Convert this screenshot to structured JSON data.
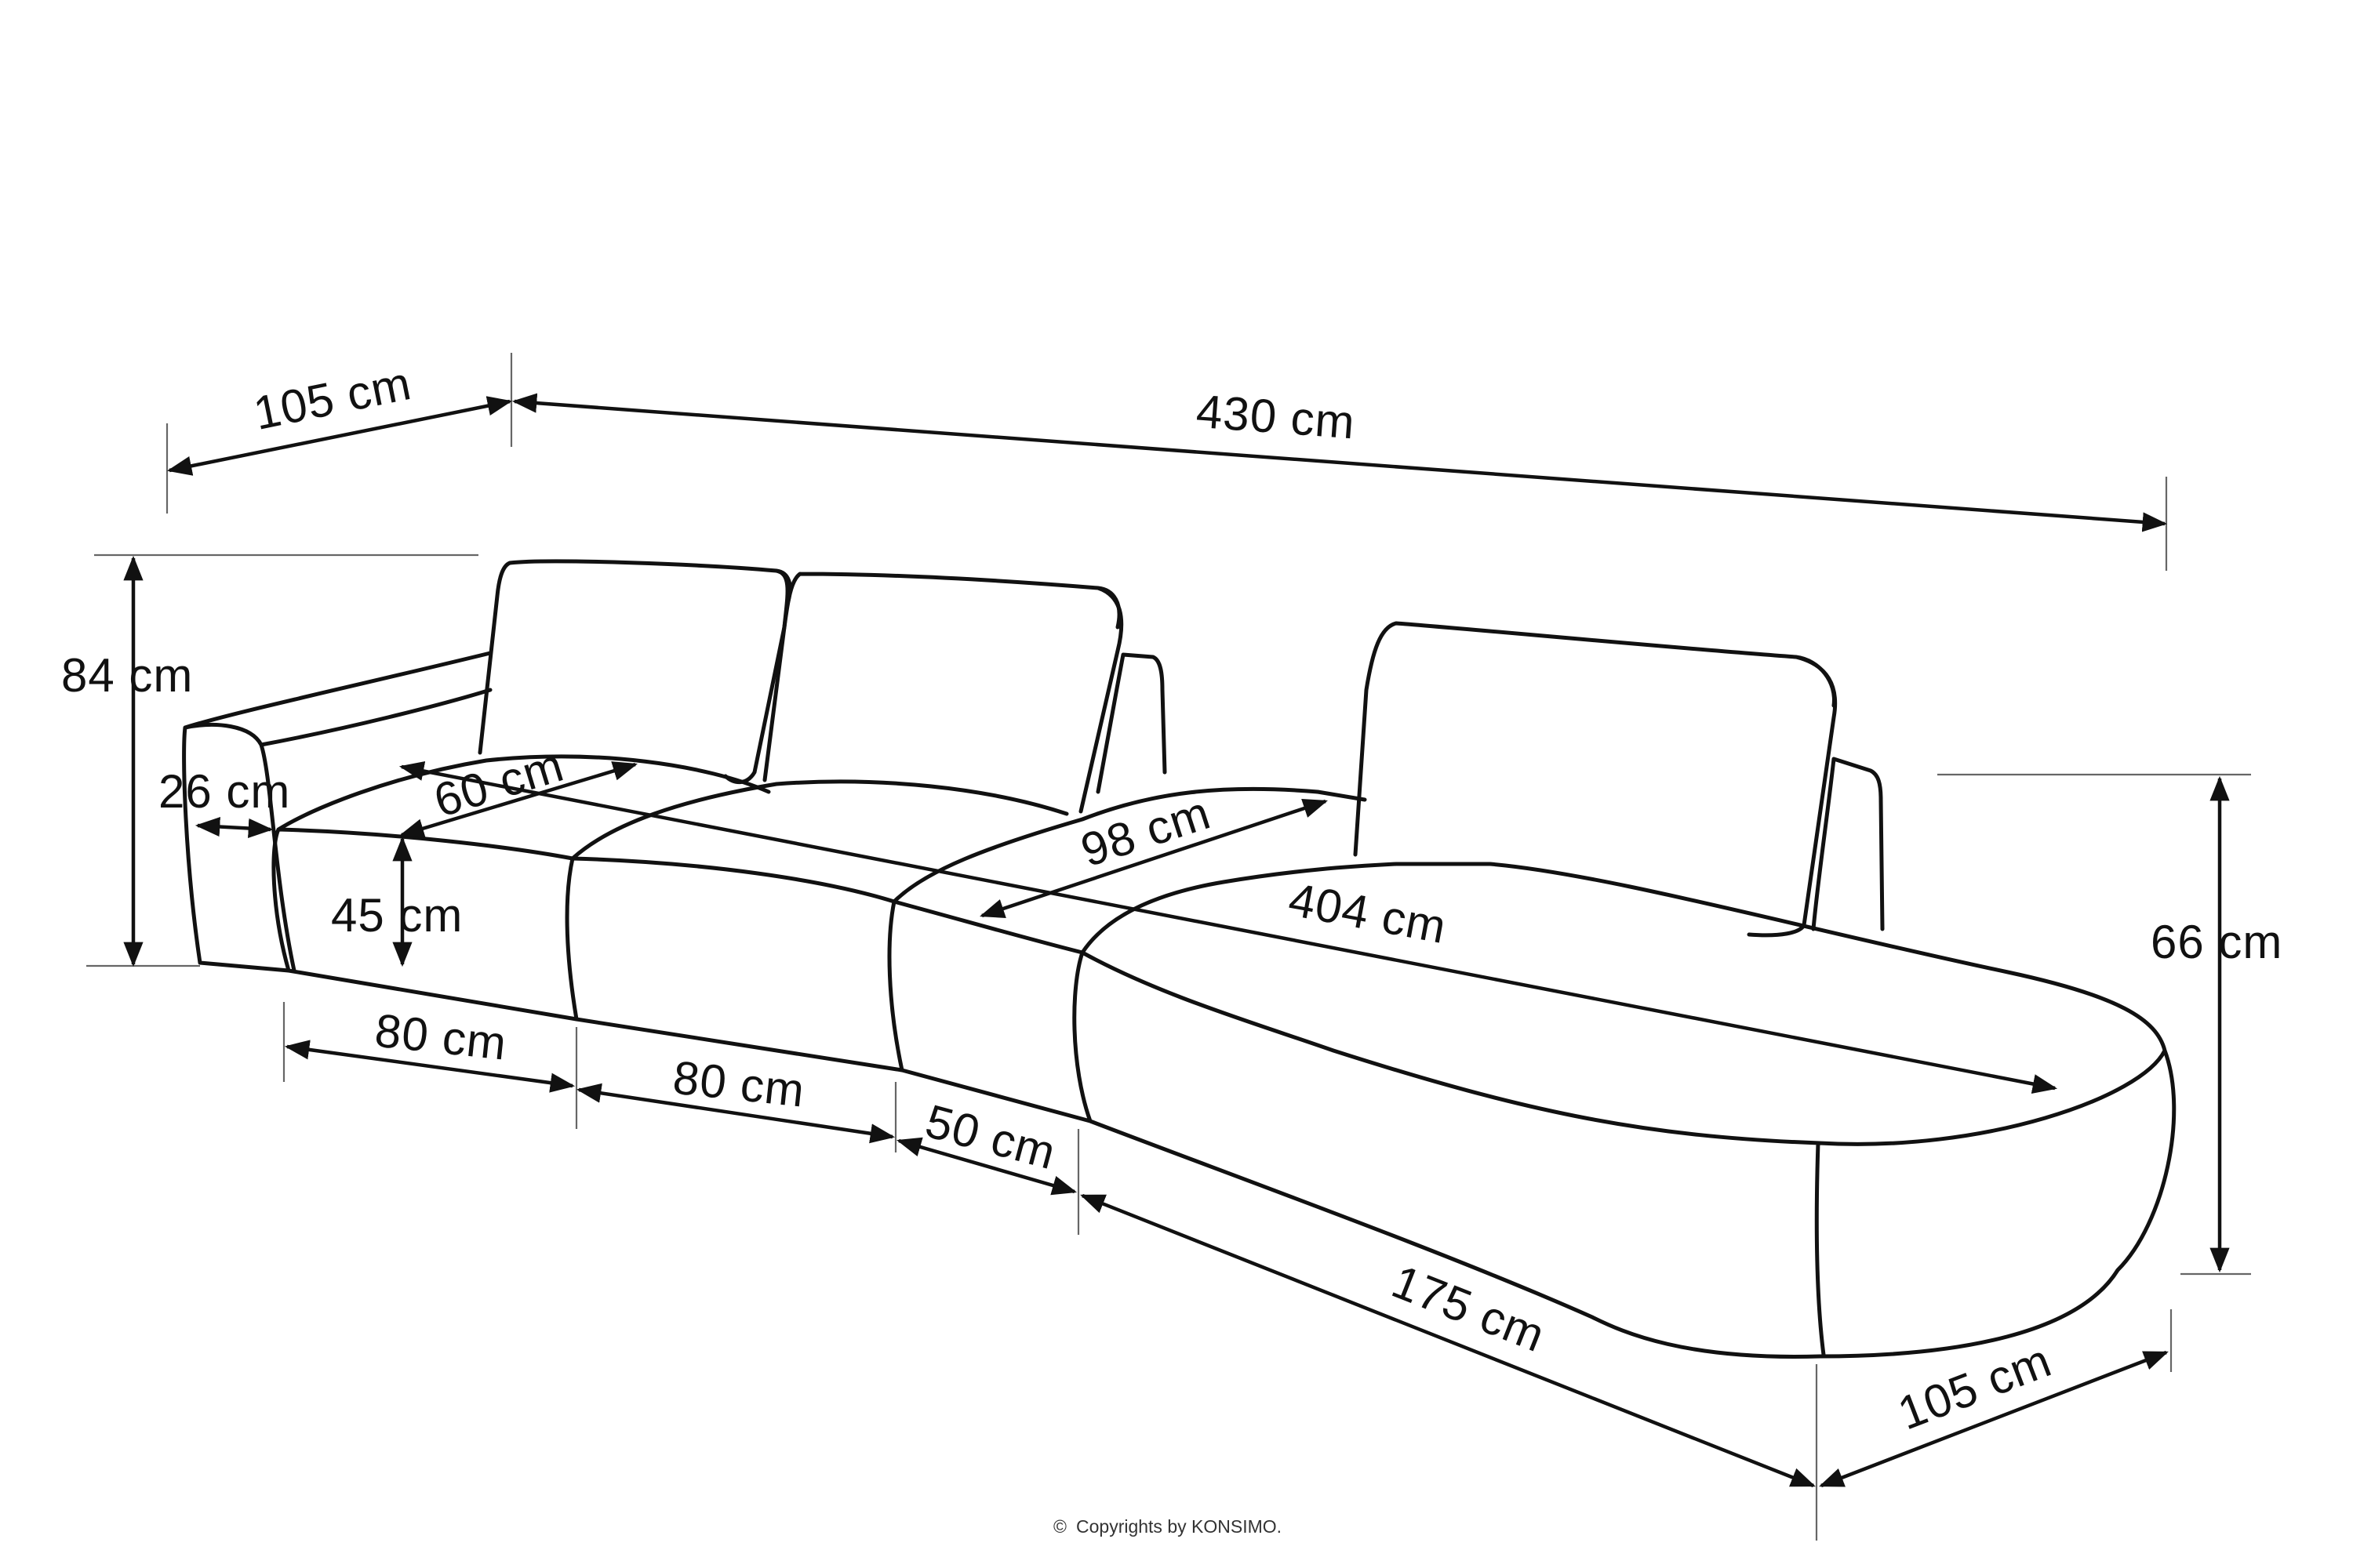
{
  "dimensions": {
    "depth_left": "105 cm",
    "total_length": "430 cm",
    "height_total": "84 cm",
    "armrest_width": "26 cm",
    "seat_depth": "60 cm",
    "seat_height": "45 cm",
    "chaise_depth": "98 cm",
    "chaise_diagonal": "404 cm",
    "height_chaise": "66 cm",
    "module_1_width": "80 cm",
    "module_2_width": "80 cm",
    "module_3_width": "50 cm",
    "chaise_length": "175 cm",
    "depth_right": "105 cm"
  },
  "footer": {
    "copyright_symbol": "©",
    "copyright_text": "Copyrights by KONSIMO."
  }
}
